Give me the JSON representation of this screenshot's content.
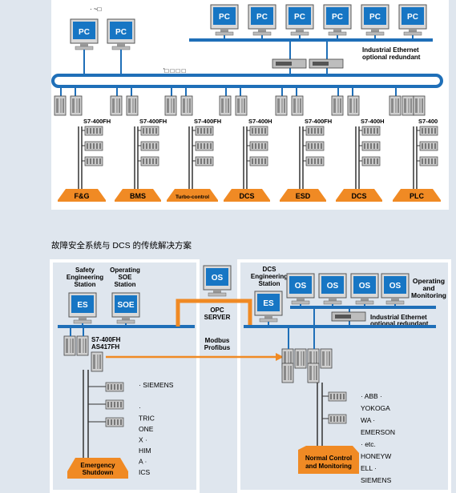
{
  "top": {
    "stray_top": "· ~□",
    "stray_bus": "'□ □ □ □",
    "pc_label": "PC",
    "ethernet_line1": "Industrial Ethernet",
    "ethernet_line2": "optional redundant",
    "controllers": [
      "S7-400FH",
      "S7-400FH",
      "S7-400FH",
      "S7-400H",
      "S7-400FH",
      "S7-400H",
      "S7-400"
    ],
    "systems": [
      "F&G",
      "BMS",
      "Turbo-control",
      "DCS",
      "ESD",
      "DCS",
      "PLC"
    ]
  },
  "caption": "故障安全系统与 DCS 的传统解决方案",
  "bottom": {
    "safety_station": [
      "Safety",
      "Engineering",
      "Station"
    ],
    "soe_station": [
      "Operating",
      "SOE",
      "Station"
    ],
    "es_label": "ES",
    "soe_label": "SOE",
    "os_label": "OS",
    "opc_server": [
      "OPC",
      "SERVER"
    ],
    "modbus": [
      "Modbus",
      "Profibus"
    ],
    "dcs_station": [
      "DCS",
      "Engineering",
      "Station"
    ],
    "operating_monitoring": [
      "Operating",
      "and",
      "Monitoring"
    ],
    "ethernet_line1": "Industrial Ethernet",
    "ethernet_line2": "optional redundant",
    "controller": [
      "S7-400FH",
      "AS417FH"
    ],
    "emergency": [
      "Emergency",
      "Shutdown"
    ],
    "normal_control": [
      "Normal Control",
      "and Monitoring"
    ],
    "vendors_left": [
      "· SIEMENS",
      "·",
      "TRIC",
      "ONE",
      "X ·",
      "HIM",
      "A ·",
      "ICS"
    ],
    "vendors_right": [
      "· ABB ·",
      "YOKOGA",
      "WA ·",
      "EMERSON",
      "· etc.",
      "HONEYW",
      "ELL ·",
      "SIEMENS"
    ]
  },
  "colors": {
    "bus": "#1f6fb8",
    "orange": "#f08a24",
    "monitor": "#1776c4",
    "white": "#ffffff"
  }
}
